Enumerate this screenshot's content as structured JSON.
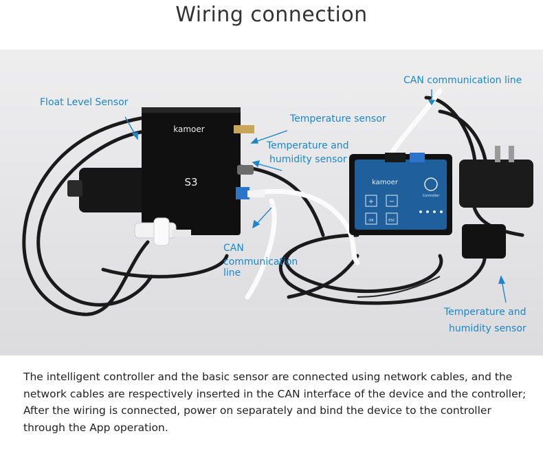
{
  "title": "Wiring connection",
  "device": {
    "main_unit_brand": "kamoer",
    "main_unit_model": "S3",
    "controller_brand": "kamoer",
    "controller_icon_caption": "Controller",
    "controller_buttons": [
      "+",
      "−",
      "OK",
      "ESC"
    ]
  },
  "labels": {
    "float_level_sensor": "Float Level Sensor",
    "temperature_sensor": "Temperature sensor",
    "temp_humidity_top_1": "Temperature and",
    "temp_humidity_top_2": "humidity sensor",
    "can_line_top": "CAN communication line",
    "can_line_mid_1": "CAN",
    "can_line_mid_2": "communication",
    "can_line_mid_3": "line",
    "temp_humidity_bottom_1": "Temperature and",
    "temp_humidity_bottom_2": "humidity sensor"
  },
  "description": {
    "line_1": "The intelligent controller and the basic sensor are connected using network cables, and the",
    "line_2": "network cables are respectively inserted in the CAN interface of the device and the controller;",
    "line_3": "After the wiring is connected, power on separately and bind the device to the controller",
    "line_4": "through the App operation."
  },
  "colors": {
    "label_blue": "#1d86c8",
    "controller_blue": "#1e5f9c",
    "background": "#e8e8ea"
  }
}
